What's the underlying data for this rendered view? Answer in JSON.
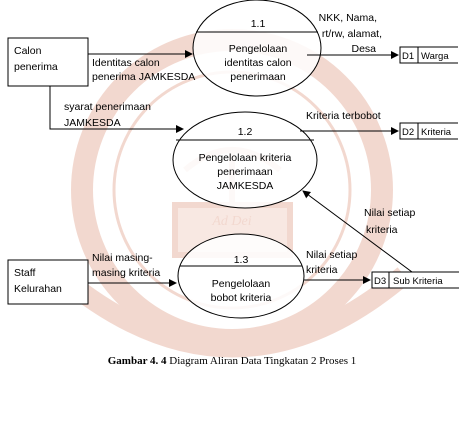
{
  "watermark": {
    "description_text": [
      "UNIVERSITAS SANATA DHARMA",
      "PERPUSTAKAAN",
      "YOGYAKARTA"
    ],
    "color": "#e9b9a9"
  },
  "external_entities": {
    "calon_penerima": {
      "lines": [
        "Calon",
        "penerima"
      ]
    },
    "staff_kelurahan": {
      "lines": [
        "Staff",
        "Kelurahan"
      ]
    }
  },
  "processes": {
    "p1_1": {
      "number": "1.1",
      "lines": [
        "Pengelolaan",
        "identitas calon",
        "penerimaan"
      ]
    },
    "p1_2": {
      "number": "1.2",
      "lines": [
        "Pengelolaan kriteria",
        "penerimaan",
        "JAMKESDA"
      ]
    },
    "p1_3": {
      "number": "1.3",
      "lines": [
        "Pengelolaan",
        "bobot kriteria"
      ]
    }
  },
  "data_stores": {
    "d1": {
      "id": "D1",
      "name": "Warga"
    },
    "d2": {
      "id": "D2",
      "name": "Kriteria"
    },
    "d3": {
      "id": "D3",
      "name": "Sub Kriteria"
    }
  },
  "flows": {
    "identitas": [
      "Identitas calon",
      "penerima JAMKESDA"
    ],
    "nkk": [
      "NKK, Nama,",
      "rt/rw, alamat,",
      "Desa"
    ],
    "syarat": [
      "syarat  penerimaan",
      "JAMKESDA"
    ],
    "kriteria_terbobot": "Kriteria terbobot",
    "nilai_masing": [
      "Nilai masing-",
      "masing kriteria"
    ],
    "nilai_setiap_1": [
      "Nilai setiap",
      "kriteria"
    ],
    "nilai_setiap_2": [
      "Nilai setiap",
      "kriteria"
    ]
  },
  "caption": {
    "bold": "Gambar 4. 4",
    "text": " Diagram Aliran Data Tingkatan 2 Proses 1"
  }
}
